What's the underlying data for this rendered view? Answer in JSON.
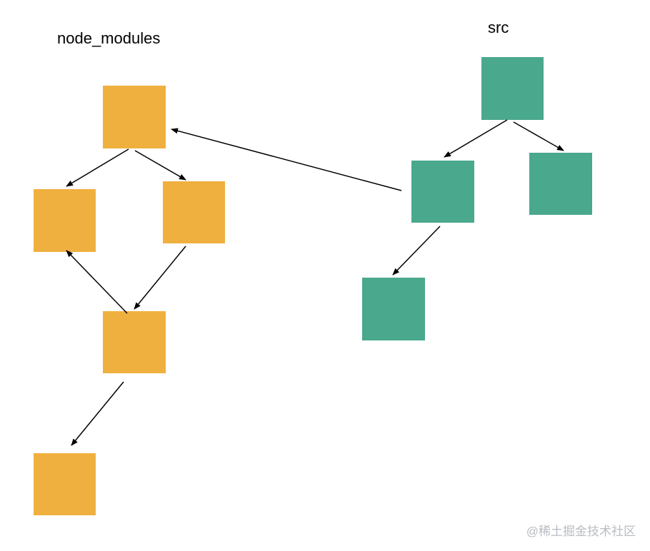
{
  "labels": {
    "node_modules": "node_modules",
    "src": "src"
  },
  "colors": {
    "node_modules_box": "#f0b03f",
    "src_box": "#4aa88d",
    "arrow": "#000000"
  },
  "watermark": "@稀土掘金技术社区"
}
